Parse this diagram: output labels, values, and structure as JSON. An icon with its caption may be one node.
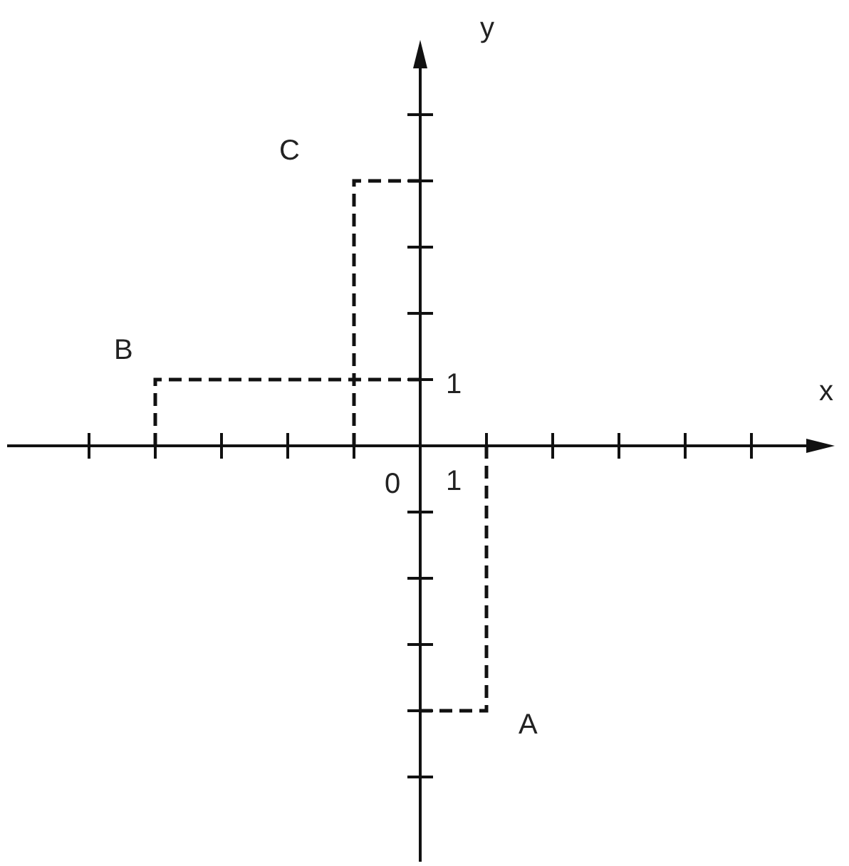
{
  "diagram": {
    "labels": [
      "y",
      "C",
      "B",
      "1",
      "x",
      "0",
      "1",
      "A"
    ]
  }
}
